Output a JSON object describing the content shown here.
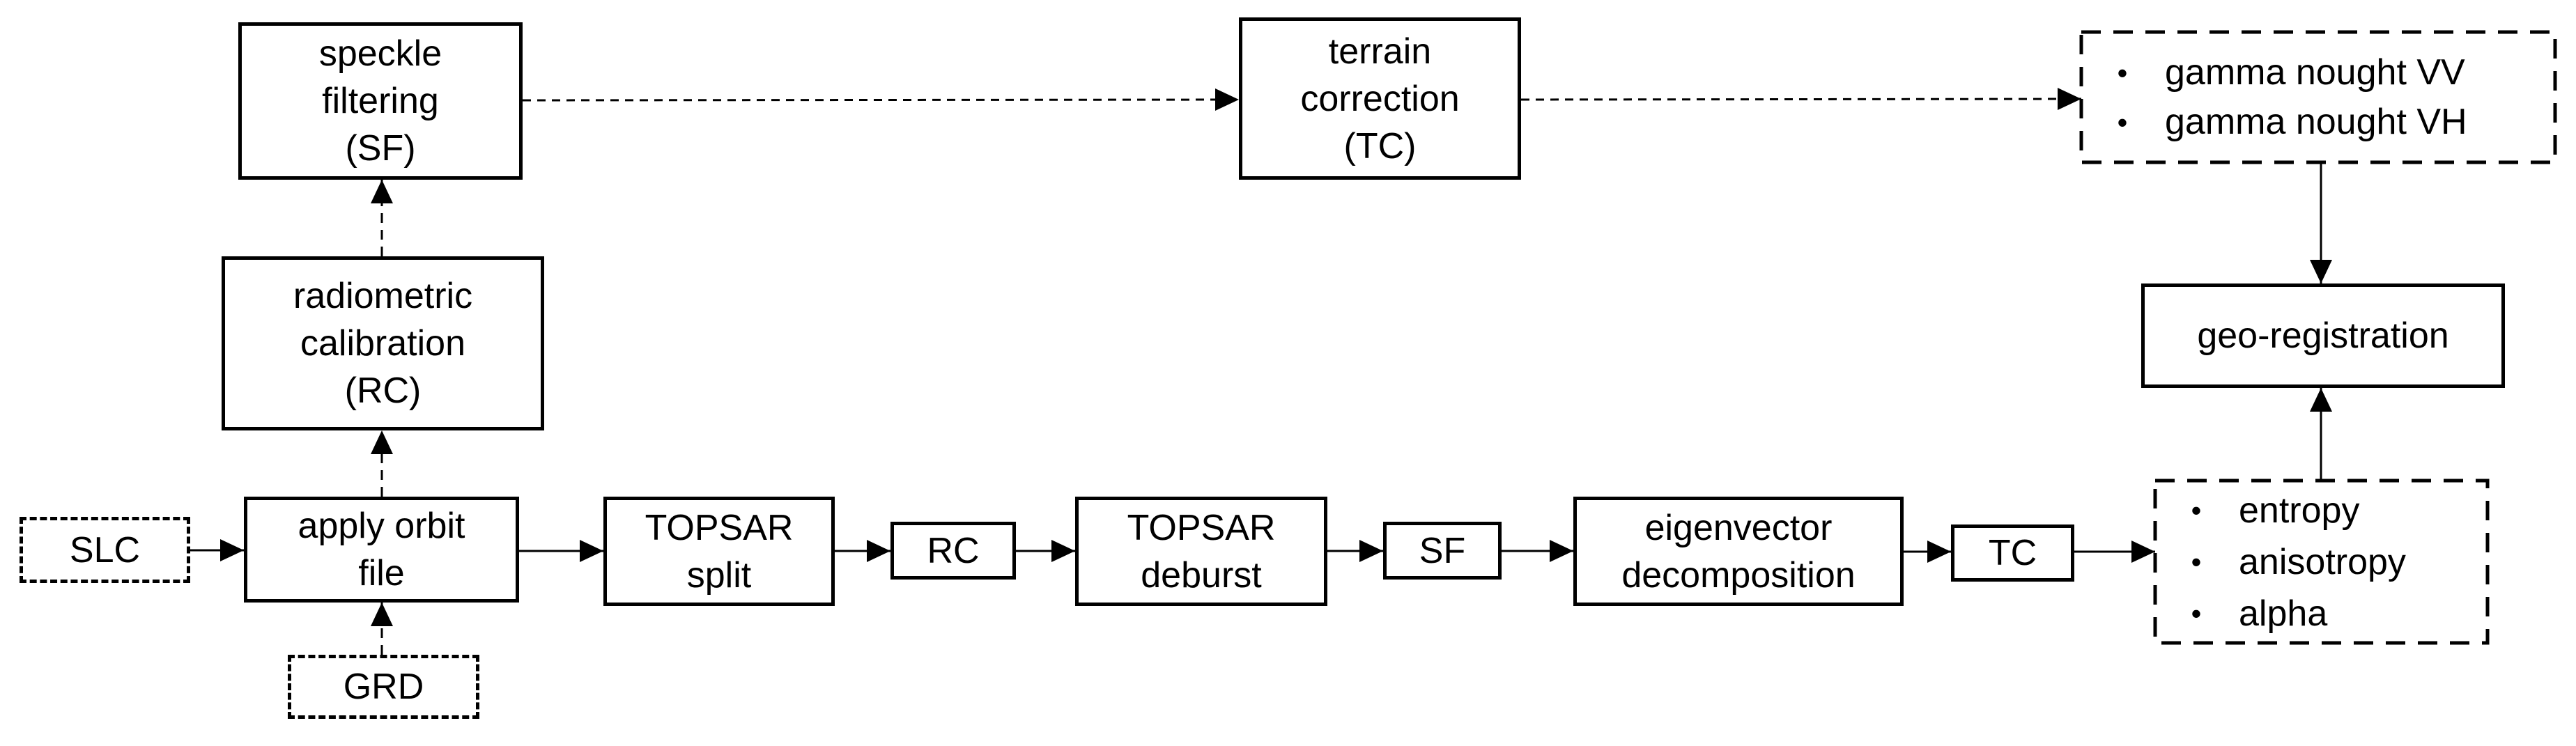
{
  "diagram": {
    "background_color": "#ffffff",
    "line_color": "#000000",
    "bullet_char": "•",
    "nodes": {
      "speckle_filtering": {
        "label": "speckle\nfiltering\n(SF)"
      },
      "terrain_correction": {
        "label": "terrain\ncorrection\n(TC)"
      },
      "gamma_outputs": {
        "items": [
          "gamma nought VV",
          "gamma nought VH"
        ]
      },
      "geo_registration": {
        "label": "geo-registration"
      },
      "radiometric_calibration": {
        "label": "radiometric\ncalibration\n(RC)"
      },
      "slc_input": {
        "label": "SLC"
      },
      "grd_input": {
        "label": "GRD"
      },
      "apply_orbit_file": {
        "label": "apply orbit\nfile"
      },
      "topsar_split": {
        "label": "TOPSAR\nsplit"
      },
      "rc_step": {
        "label": "RC"
      },
      "topsar_deburst": {
        "label": "TOPSAR\ndeburst"
      },
      "sf_step": {
        "label": "SF"
      },
      "eigenvector_decomposition": {
        "label": "eigenvector\ndecomposition"
      },
      "tc_step": {
        "label": "TC"
      },
      "polarimetric_outputs": {
        "items": [
          "entropy",
          "anisotropy",
          "alpha"
        ]
      }
    }
  }
}
